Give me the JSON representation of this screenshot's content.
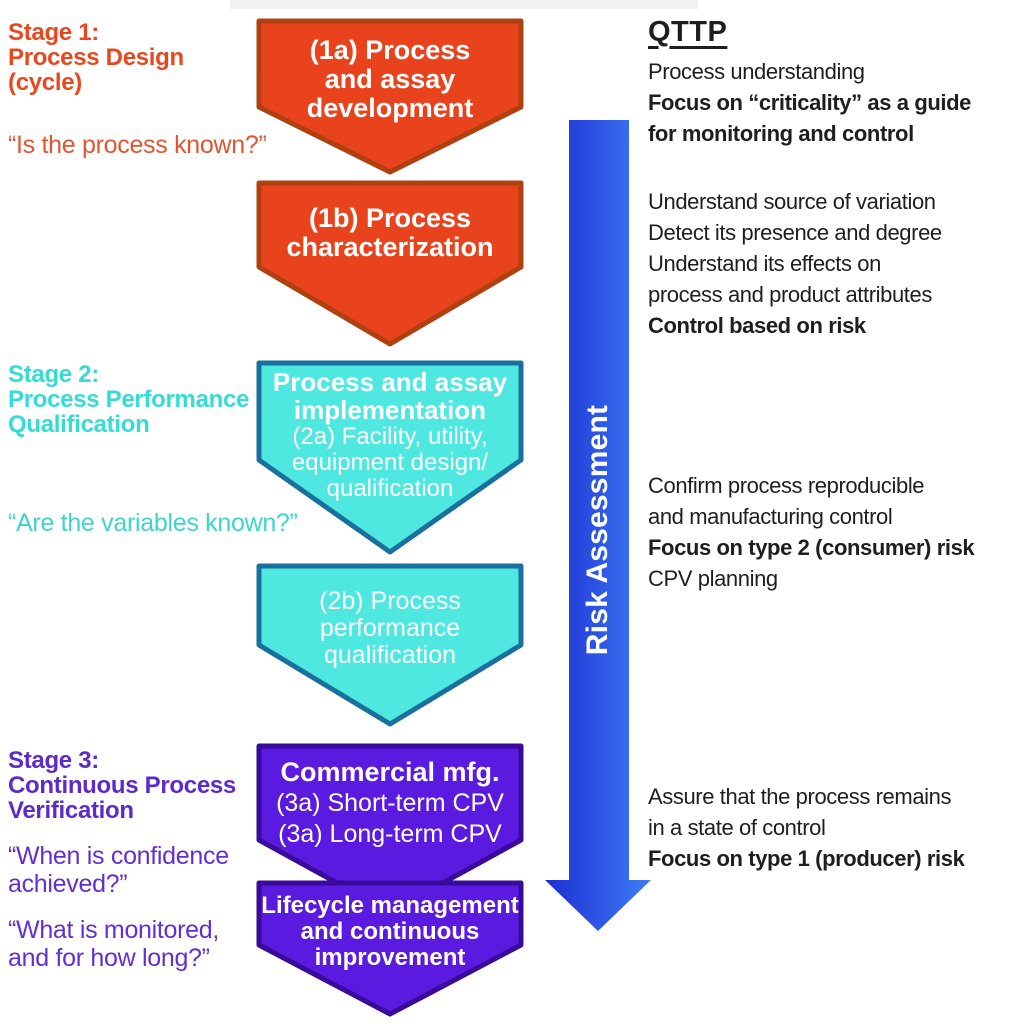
{
  "colors": {
    "stage1_heading": "#E8481F",
    "stage1_question": "#E25531",
    "red_fill": "#E8431C",
    "red_border": "#AF400F",
    "stage2_heading": "#35DCD4",
    "stage2_question": "#3FD4CC",
    "cyan_fill": "#4FE8E1",
    "cyan_border": "#1A709D",
    "stage3_heading": "#5C2BC9",
    "stage3_question": "#6230D2",
    "purple_fill": "#5A1AE0",
    "purple_border": "#3A0A9B",
    "risk_arrow_start": "#1C2ED3",
    "risk_arrow_end": "#3E7DF5",
    "body_text": "#1E1E1E",
    "box_text": "#FFFFFF",
    "top_strip": "#F1F1F1"
  },
  "stages": [
    {
      "heading": [
        "Stage 1:",
        "Process Design",
        "(cycle)"
      ],
      "questions": [
        [
          "“Is the process known?”"
        ]
      ]
    },
    {
      "heading": [
        "Stage 2:",
        "Process Performance",
        "Qualification"
      ],
      "questions": [
        [
          "“Are the variables known?”"
        ]
      ]
    },
    {
      "heading": [
        "Stage 3:",
        "Continuous Process",
        "Verification"
      ],
      "questions": [
        [
          "“When is confidence",
          "achieved?”"
        ],
        [
          "“What is monitored,",
          "and for how long?”"
        ]
      ]
    }
  ],
  "flow_boxes": [
    {
      "id": "1a",
      "lines": [
        {
          "text": "(1a) Process",
          "bold": true
        },
        {
          "text": "and assay",
          "bold": true
        },
        {
          "text": "development",
          "bold": true
        }
      ]
    },
    {
      "id": "1b",
      "lines": [
        {
          "text": "(1b) Process",
          "bold": true
        },
        {
          "text": "characterization",
          "bold": true
        }
      ]
    },
    {
      "id": "2a",
      "lines": [
        {
          "text": "Process and assay",
          "bold": true
        },
        {
          "text": "implementation",
          "bold": true
        },
        {
          "text": "(2a) Facility, utility,",
          "bold": false
        },
        {
          "text": "equipment design/",
          "bold": false
        },
        {
          "text": "qualification",
          "bold": false
        }
      ]
    },
    {
      "id": "2b",
      "lines": [
        {
          "text": "(2b) Process",
          "bold": false
        },
        {
          "text": "performance",
          "bold": false
        },
        {
          "text": "qualification",
          "bold": false
        }
      ]
    },
    {
      "id": "3a",
      "lines": [
        {
          "text": "Commercial mfg.",
          "bold": true
        },
        {
          "text": "(3a) Short-term CPV",
          "bold": false
        },
        {
          "text": "(3a) Long-term CPV",
          "bold": false
        }
      ]
    },
    {
      "id": "lifecycle",
      "lines": [
        {
          "text": "Lifecycle management",
          "bold": false
        },
        {
          "text": "and continuous",
          "bold": false
        },
        {
          "text": "improvement",
          "bold": false
        }
      ]
    }
  ],
  "risk_arrow": {
    "label": "Risk Assessment"
  },
  "right_column": {
    "heading": "QTTP",
    "blocks": [
      {
        "lines": [
          {
            "text": "Process understanding",
            "bold": false
          },
          {
            "text": "Focus on “criticality” as a guide",
            "bold": true
          },
          {
            "text": "for monitoring and control",
            "bold": true
          }
        ]
      },
      {
        "lines": [
          {
            "text": "Understand source of variation",
            "bold": false
          },
          {
            "text": "Detect its presence and degree",
            "bold": false
          },
          {
            "text": "Understand its effects on",
            "bold": false
          },
          {
            "text": "process and product attributes",
            "bold": false
          },
          {
            "text": "Control based on risk",
            "bold": true
          }
        ]
      },
      {
        "lines": [
          {
            "text": "Confirm process reproducible",
            "bold": false
          },
          {
            "text": "and manufacturing control",
            "bold": false
          },
          {
            "text": "Focus on type 2 (consumer) risk",
            "bold": true
          },
          {
            "text": "CPV planning",
            "bold": false
          }
        ]
      },
      {
        "lines": [
          {
            "text": "Assure that the process remains",
            "bold": false
          },
          {
            "text": "in a state of control",
            "bold": false
          },
          {
            "text": "Focus on type 1 (producer) risk",
            "bold": true
          }
        ]
      }
    ]
  }
}
